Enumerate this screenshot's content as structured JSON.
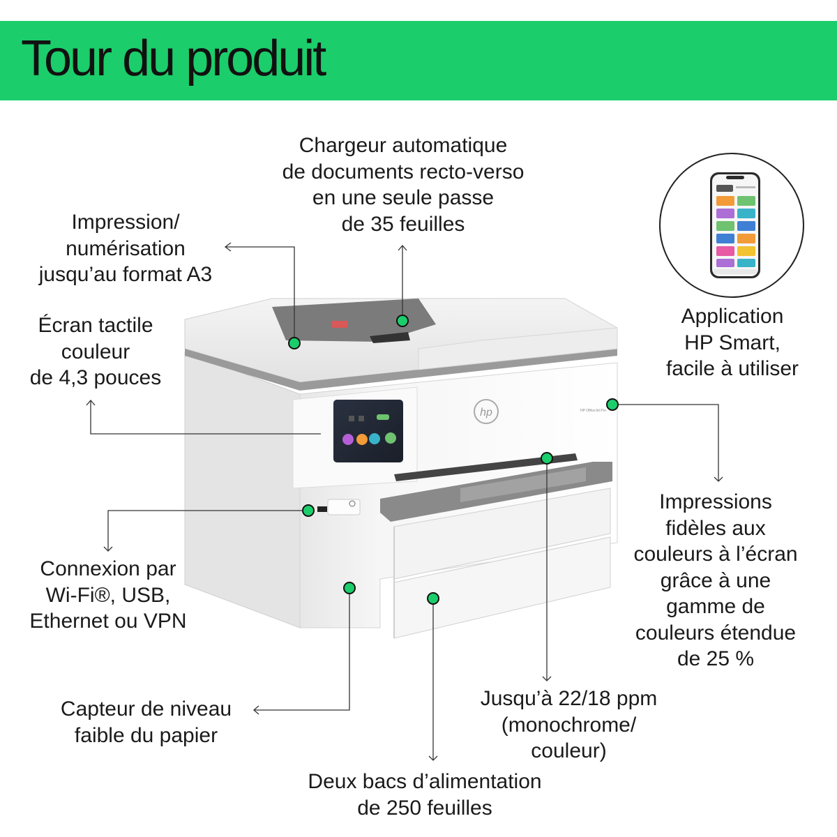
{
  "header": {
    "title": "Tour du produit",
    "background_color": "#1ccd6b"
  },
  "callouts": {
    "adf": {
      "lines": [
        "Chargeur automatique",
        "de documents recto-verso",
        "en une seule passe",
        "de 35 feuilles"
      ]
    },
    "a3": {
      "lines": [
        "Impression/",
        "numérisation",
        "jusqu’au format A3"
      ]
    },
    "screen": {
      "lines": [
        "Écran tactile",
        "couleur",
        "de 4,3 pouces"
      ]
    },
    "app": {
      "lines": [
        "Application",
        "HP Smart,",
        "facile à utiliser"
      ]
    },
    "connect": {
      "lines": [
        "Connexion par",
        "Wi-Fi®, USB,",
        "Ethernet ou VPN"
      ]
    },
    "colors": {
      "lines": [
        "Impressions",
        "fidèles aux",
        "couleurs à l’écran",
        "grâce à une",
        "gamme de",
        "couleurs étendue",
        "de 25 %"
      ]
    },
    "sensor": {
      "lines": [
        "Capteur de niveau",
        "faible du papier"
      ]
    },
    "speed": {
      "lines": [
        "Jusqu’à 22/18 ppm",
        "(monochrome/",
        "couleur)"
      ]
    },
    "trays": {
      "lines": [
        "Deux bacs d’alimentation",
        "de 250 feuilles"
      ]
    }
  },
  "printer": {
    "brand_logo": "hp",
    "model_text": "HP OfficeJet Pro",
    "marker_color": "#1ccd6b"
  },
  "icons": {
    "phone": "smartphone-icon",
    "marker": "green-dot-marker"
  }
}
